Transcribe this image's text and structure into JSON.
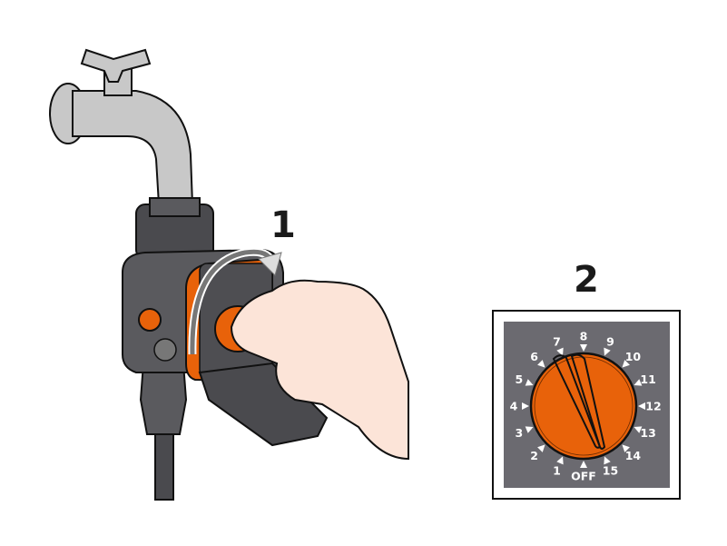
{
  "steps": {
    "step1": "1",
    "step2": "2"
  },
  "dial": {
    "labels": [
      "OFF",
      "1",
      "2",
      "3",
      "4",
      "5",
      "6",
      "7",
      "8",
      "9",
      "10",
      "11",
      "12",
      "13",
      "14",
      "15"
    ],
    "selected": "8"
  },
  "colors": {
    "orange": "#e8620a",
    "dial_bg": "#6b6a70",
    "body_gray": "#5a5a5e",
    "skin": "#fce4d8",
    "faucet": "#c8c8c8"
  }
}
